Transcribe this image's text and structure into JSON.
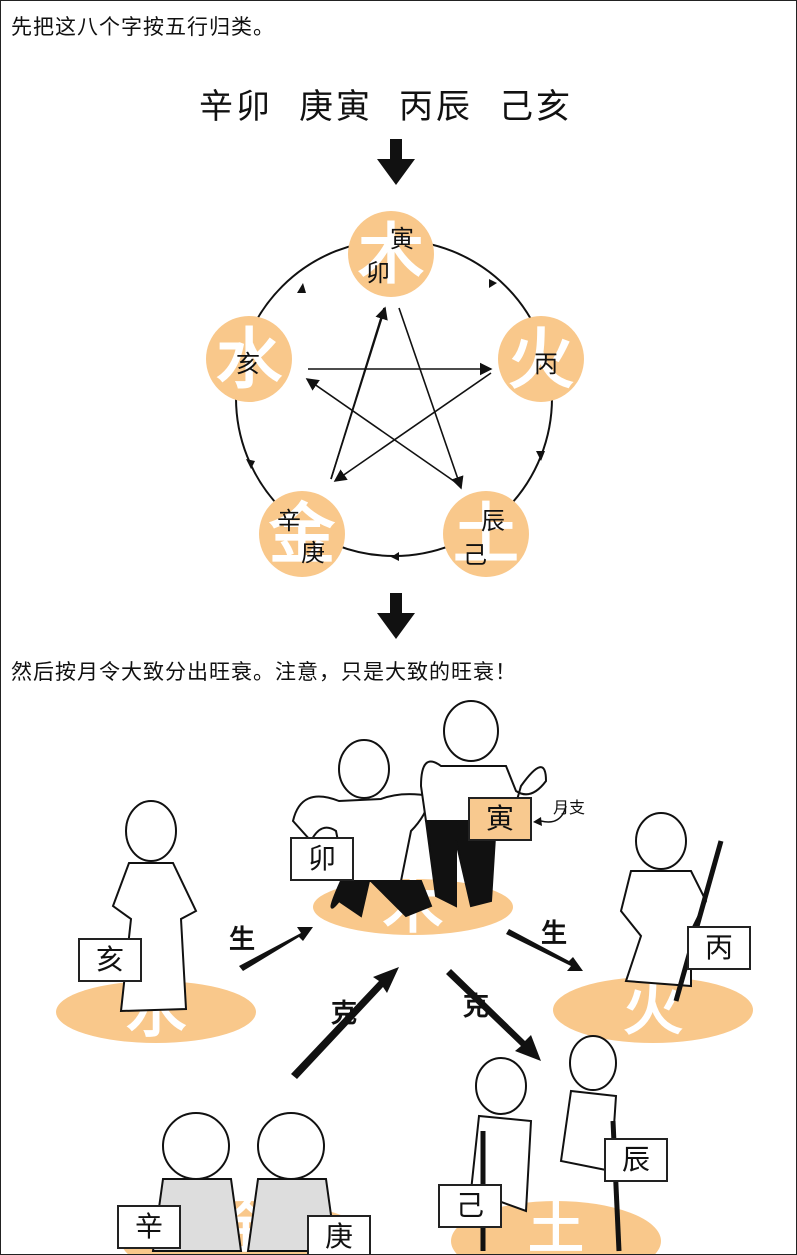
{
  "caption_top": "先把这八个字按五行归类。",
  "pillars": [
    "辛卯",
    "庚寅",
    "丙辰",
    "己亥"
  ],
  "elements": {
    "wood": {
      "glyph": "木",
      "stems": [
        "寅",
        "卯"
      ]
    },
    "fire": {
      "glyph": "火",
      "stems": [
        "丙"
      ]
    },
    "earth": {
      "glyph": "土",
      "stems": [
        "辰",
        "己"
      ]
    },
    "metal": {
      "glyph": "金",
      "stems": [
        "辛",
        "庚"
      ]
    },
    "water": {
      "glyph": "水",
      "stems": [
        "亥"
      ]
    }
  },
  "caption_middle": "然后按月令大致分出旺衰。注意，只是大致的旺衰！",
  "scene": {
    "wood_tags": [
      "卯",
      "寅"
    ],
    "month_note": "月支",
    "water_tag": "亥",
    "fire_tag": "丙",
    "metal_tags": [
      "辛",
      "庚"
    ],
    "earth_tags": [
      "辰",
      "己"
    ],
    "sheng_left": "生",
    "sheng_right": "生",
    "ke_left": "克",
    "ke_right": "克"
  },
  "colors": {
    "accent": "#f9c88b",
    "tag_highlight": "#f8c98f",
    "ink": "#111111"
  }
}
